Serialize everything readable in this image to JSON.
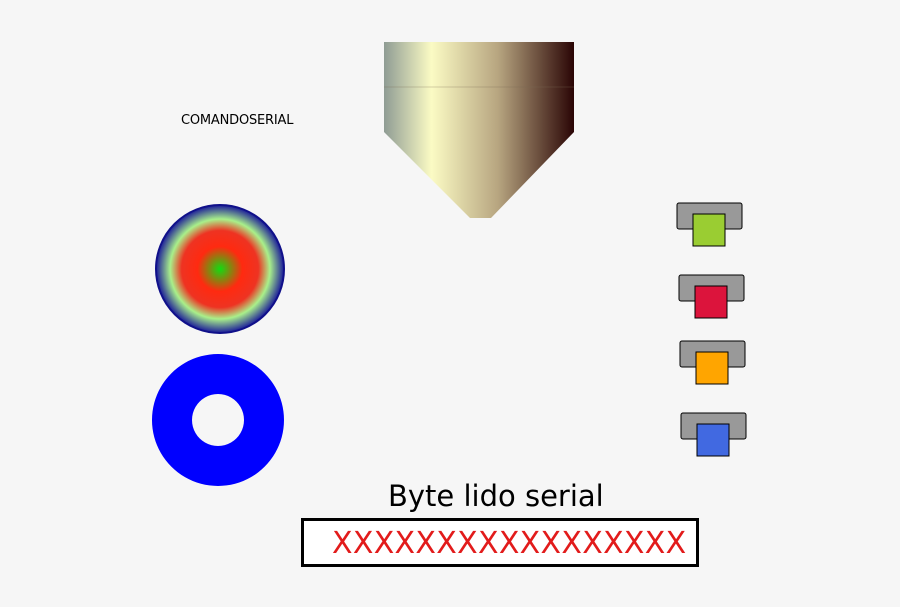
{
  "labels": {
    "command": "COMANDOSERIAL",
    "byte_title": "Byte lido serial",
    "byte_value": "XXXXXXXXXXXXXXXXX"
  },
  "indicators": [
    {
      "name": "indicator-green",
      "color": "#9acd32"
    },
    {
      "name": "indicator-red",
      "color": "#dc143c"
    },
    {
      "name": "indicator-orange",
      "color": "#ffa500"
    },
    {
      "name": "indicator-blue",
      "color": "#4169e1"
    }
  ],
  "colors": {
    "ring": "#0000ff",
    "serial_text": "#e21b1b",
    "indicator_housing": "#999999"
  }
}
